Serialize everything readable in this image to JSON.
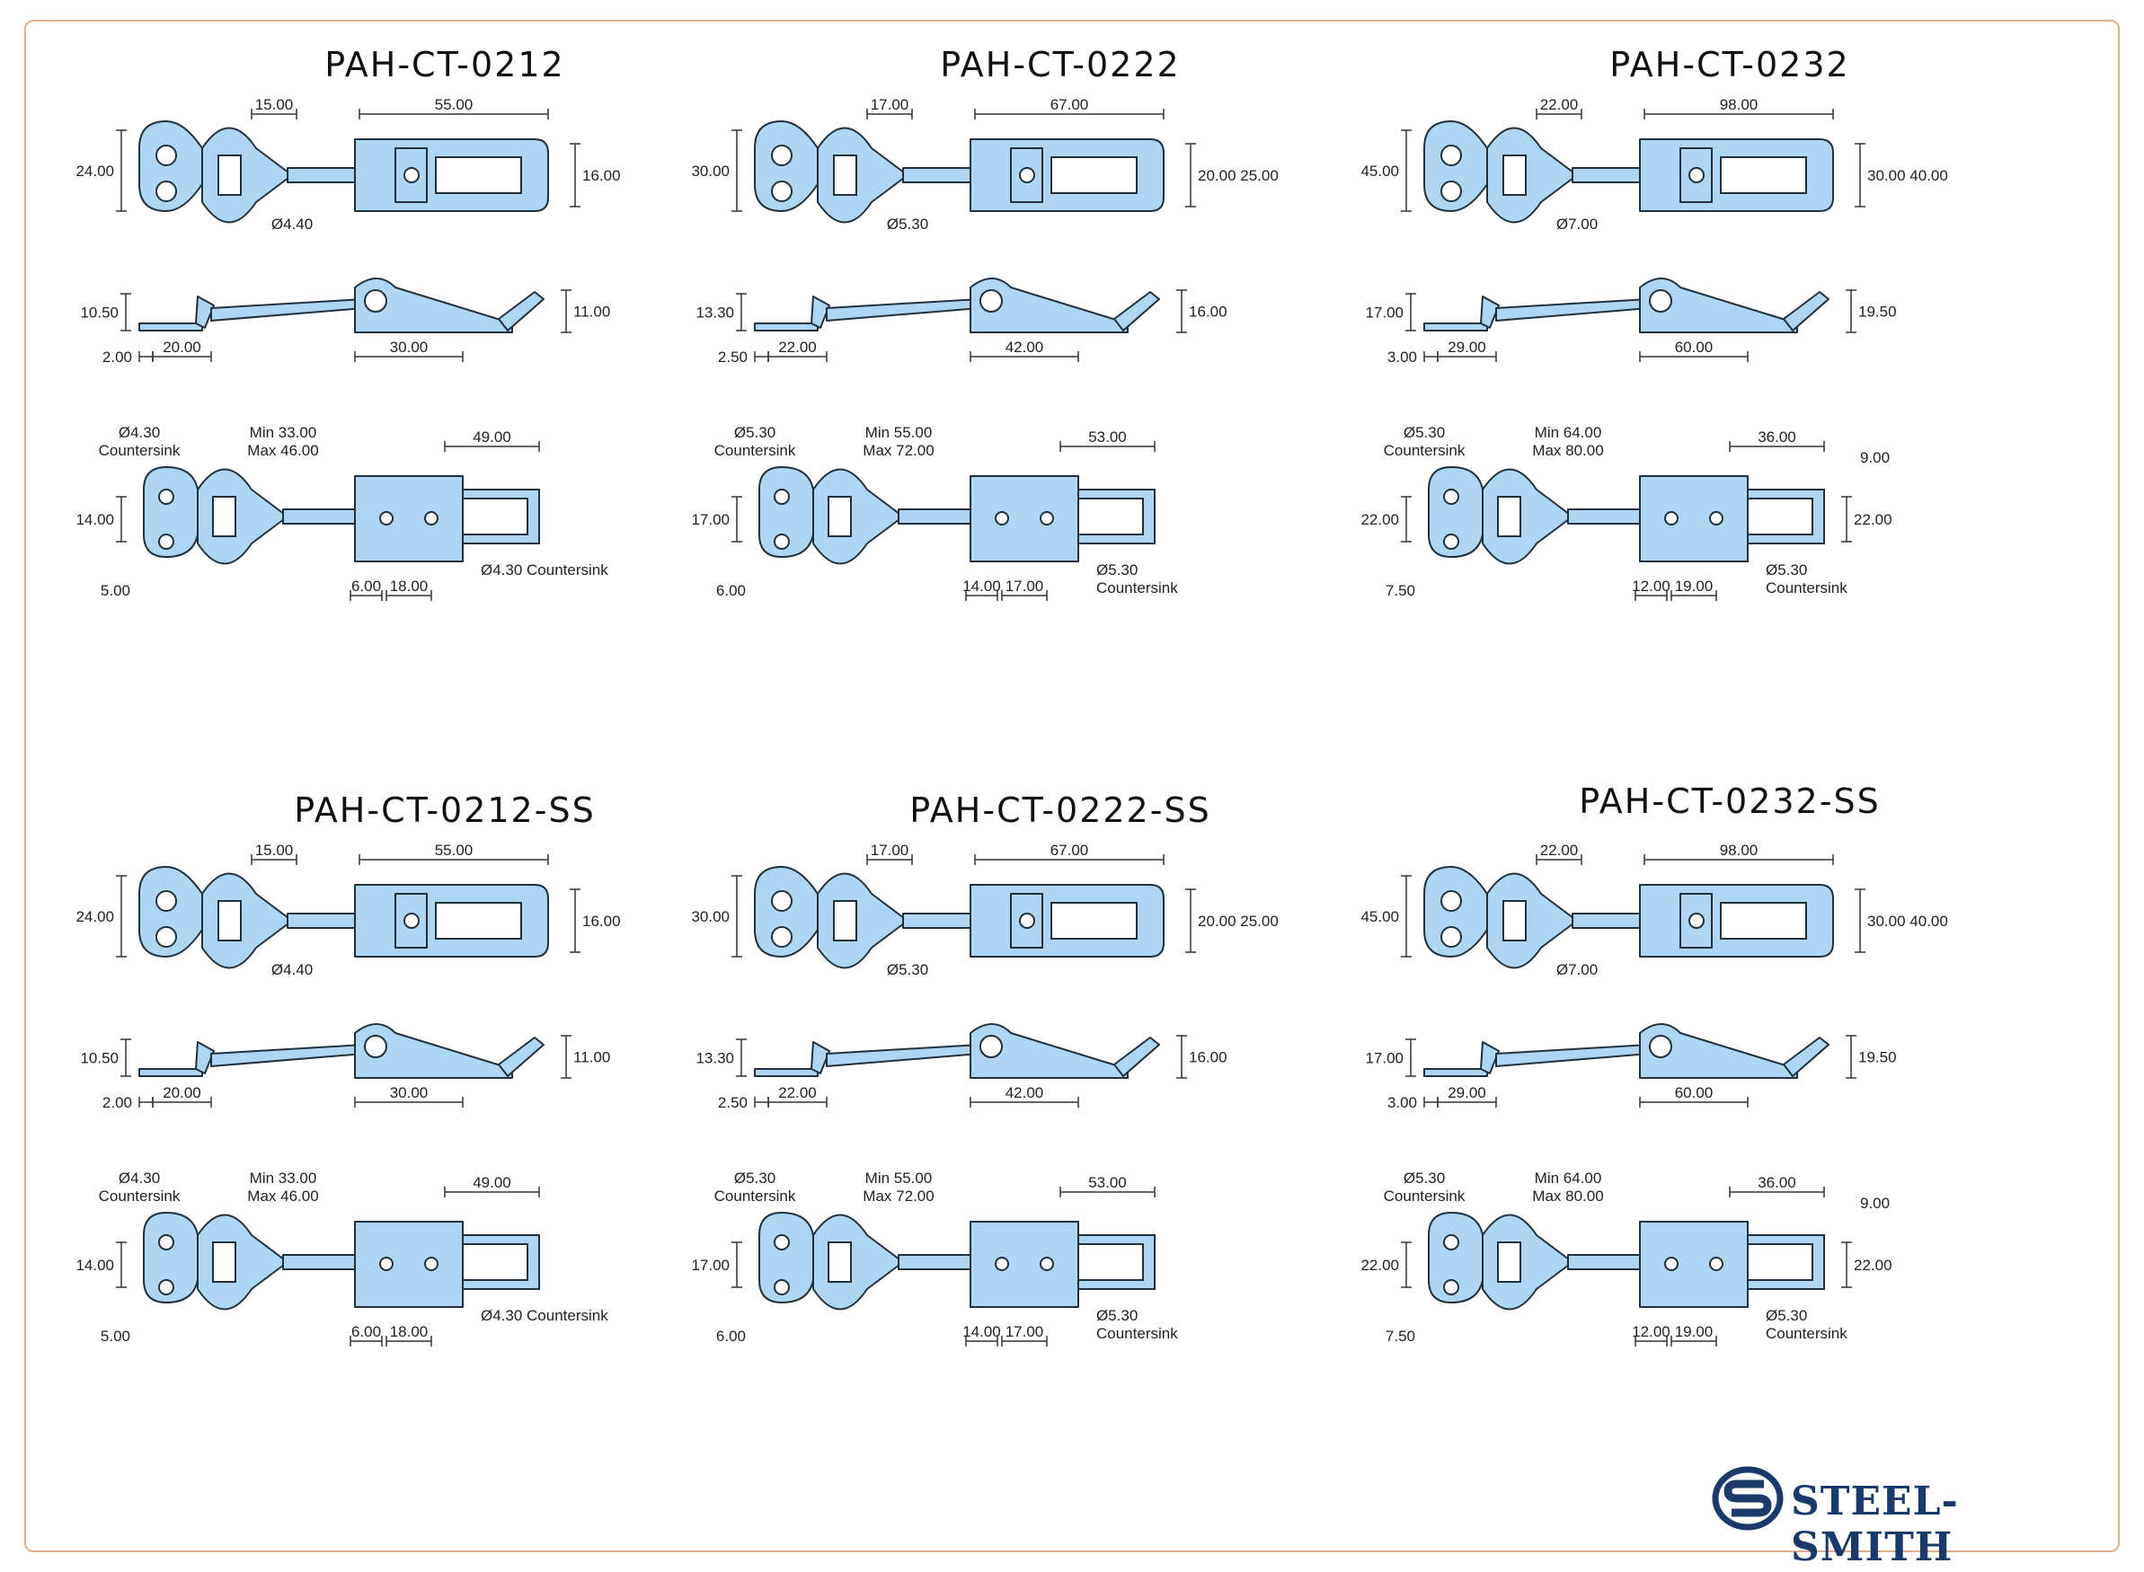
{
  "colors": {
    "part_fill": "#aed5f2",
    "part_stroke": "#22303c",
    "dim_line": "#333333",
    "border": "#e0b08a",
    "brand": "#1b3a6b"
  },
  "panels": [
    {
      "title": "PAH-CT-0212",
      "top": {
        "head_width": "15.00",
        "span": "55.00",
        "height_left": "24.00",
        "height_right": "16.00",
        "rod_dia": "Ø4.40"
      },
      "side": {
        "left_height": "10.50",
        "right_height": "11.00",
        "offset": "2.00",
        "gap": "20.00",
        "body": "30.00"
      },
      "bottom": {
        "hole_left": "Ø4.30\nCountersink",
        "hole_right": "Ø4.30 Countersink",
        "travel_min": "Min 33.00",
        "travel_max": "Max 46.00",
        "length": "49.00",
        "height": "14.00",
        "edge": "5.00",
        "edge2": "6.00",
        "pitch": "18.00"
      }
    },
    {
      "title": "PAH-CT-0222",
      "top": {
        "head_width": "17.00",
        "span": "67.00",
        "height_left": "30.00",
        "height_right": "20.00  25.00",
        "rod_dia": "Ø5.30"
      },
      "side": {
        "left_height": "13.30",
        "right_height": "16.00",
        "offset": "2.50",
        "gap": "22.00",
        "body": "42.00"
      },
      "bottom": {
        "hole_left": "Ø5.30\nCountersink",
        "hole_right": "Ø5.30\nCountersink",
        "travel_min": "Min 55.00",
        "travel_max": "Max 72.00",
        "length": "53.00",
        "height": "17.00",
        "edge": "6.00",
        "edge2": "14.00",
        "pitch": "17.00"
      }
    },
    {
      "title": "PAH-CT-0232",
      "top": {
        "head_width": "22.00",
        "span": "98.00",
        "height_left": "45.00",
        "height_right": "30.00  40.00",
        "rod_dia": "Ø7.00"
      },
      "side": {
        "left_height": "17.00",
        "right_height": "19.50",
        "offset": "3.00",
        "gap": "29.00",
        "body": "60.00"
      },
      "bottom": {
        "hole_left": "Ø5.30\nCountersink",
        "hole_right": "Ø5.30\nCountersink",
        "travel_min": "Min 64.00",
        "travel_max": "Max 80.00",
        "length": "36.00",
        "height": "22.00",
        "height_right": "22.00",
        "tab": "9.00",
        "edge": "7.50",
        "edge2": "12.00",
        "pitch": "19.00"
      }
    },
    {
      "title": "PAH-CT-0212-SS",
      "top": {
        "head_width": "15.00",
        "span": "55.00",
        "height_left": "24.00",
        "height_right": "16.00",
        "rod_dia": "Ø4.40"
      },
      "side": {
        "left_height": "10.50",
        "right_height": "11.00",
        "offset": "2.00",
        "gap": "20.00",
        "body": "30.00"
      },
      "bottom": {
        "hole_left": "Ø4.30\nCountersink",
        "hole_right": "Ø4.30 Countersink",
        "travel_min": "Min 33.00",
        "travel_max": "Max 46.00",
        "length": "49.00",
        "height": "14.00",
        "edge": "5.00",
        "edge2": "6.00",
        "pitch": "18.00"
      }
    },
    {
      "title": "PAH-CT-0222-SS",
      "top": {
        "head_width": "17.00",
        "span": "67.00",
        "height_left": "30.00",
        "height_right": "20.00  25.00",
        "rod_dia": "Ø5.30"
      },
      "side": {
        "left_height": "13.30",
        "right_height": "16.00",
        "offset": "2.50",
        "gap": "22.00",
        "body": "42.00"
      },
      "bottom": {
        "hole_left": "Ø5.30\nCountersink",
        "hole_right": "Ø5.30\nCountersink",
        "travel_min": "Min 55.00",
        "travel_max": "Max 72.00",
        "length": "53.00",
        "height": "17.00",
        "edge": "6.00",
        "edge2": "14.00",
        "pitch": "17.00"
      }
    },
    {
      "title": "PAH-CT-0232-SS",
      "top": {
        "head_width": "22.00",
        "span": "98.00",
        "height_left": "45.00",
        "height_right": "30.00  40.00",
        "rod_dia": "Ø7.00"
      },
      "side": {
        "left_height": "17.00",
        "right_height": "19.50",
        "offset": "3.00",
        "gap": "29.00",
        "body": "60.00"
      },
      "bottom": {
        "hole_left": "Ø5.30\nCountersink",
        "hole_right": "Ø5.30\nCountersink",
        "travel_min": "Min 64.00",
        "travel_max": "Max 80.00",
        "length": "36.00",
        "height": "22.00",
        "height_right": "22.00",
        "tab": "9.00",
        "edge": "7.50",
        "edge2": "12.00",
        "pitch": "19.00"
      }
    }
  ],
  "brand": {
    "name": "STEEL-SMITH",
    "logo_icon": "steel-smith-s-logo"
  }
}
